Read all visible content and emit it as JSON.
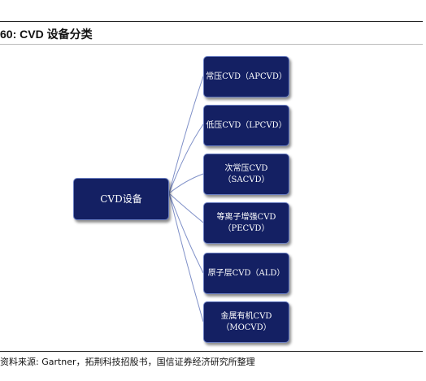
{
  "figure": {
    "title": "60:  CVD 设备分类",
    "source": "资料来源: Gartner，拓荆科技招股书，国信证券经济研究所整理"
  },
  "diagram": {
    "root": "CVD设备",
    "children": [
      "常压CVD（APCVD）",
      "低压CVD（LPCVD）",
      "次常压CVD（SACVD）",
      "等离子增强CVD\n（PECVD）",
      "原子层CVD（ALD）",
      "金属有机CVD\n（MOCVD）"
    ]
  },
  "colors": {
    "box_fill": "#142063",
    "box_border": "#6b7fc2",
    "connector": "#7f90c8",
    "text": "#ffffff"
  }
}
